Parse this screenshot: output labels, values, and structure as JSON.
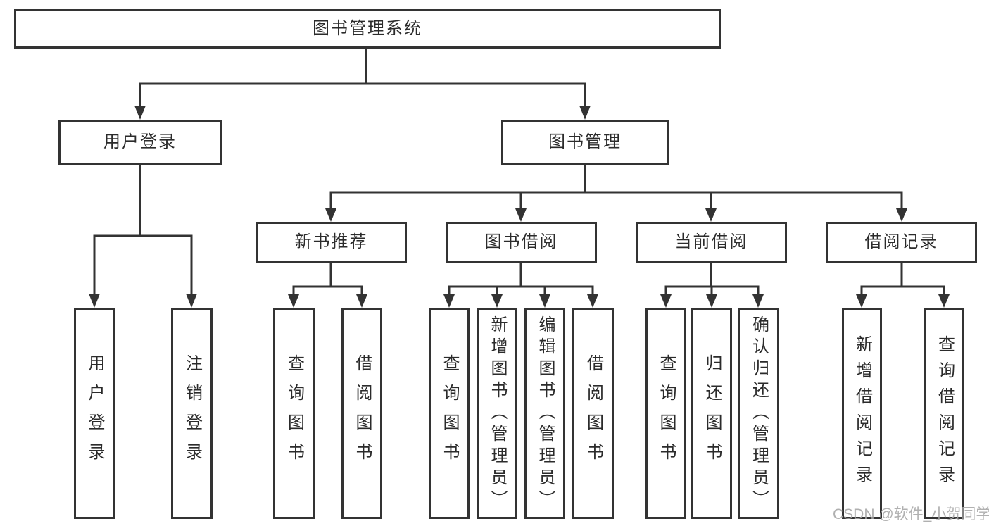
{
  "colors": {
    "line": "#333333",
    "text": "#2b2b2b",
    "box_bg": "#ffffff",
    "watermark": "#a8a8a8",
    "page_bg": "#ffffff"
  },
  "watermark": {
    "text": "CSDN @软件_小贺同学"
  },
  "tree": {
    "label": "图书管理系统",
    "children": [
      {
        "label": "用户登录",
        "children": [
          {
            "label": "用户登录"
          },
          {
            "label": "注销登录"
          }
        ]
      },
      {
        "label": "图书管理",
        "children": [
          {
            "label": "新书推荐",
            "children": [
              {
                "label": "查询图书"
              },
              {
                "label": "借阅图书"
              }
            ]
          },
          {
            "label": "图书借阅",
            "children": [
              {
                "label": "查询图书"
              },
              {
                "label": "新增图书（管理员）"
              },
              {
                "label": "编辑图书（管理员）"
              },
              {
                "label": "借阅图书"
              }
            ]
          },
          {
            "label": "当前借阅",
            "children": [
              {
                "label": "查询图书"
              },
              {
                "label": "归还图书"
              },
              {
                "label": "确认归还（管理员）"
              }
            ]
          },
          {
            "label": "借阅记录",
            "children": [
              {
                "label": "新增借阅记录"
              },
              {
                "label": "查询借阅记录"
              }
            ]
          }
        ]
      }
    ]
  }
}
